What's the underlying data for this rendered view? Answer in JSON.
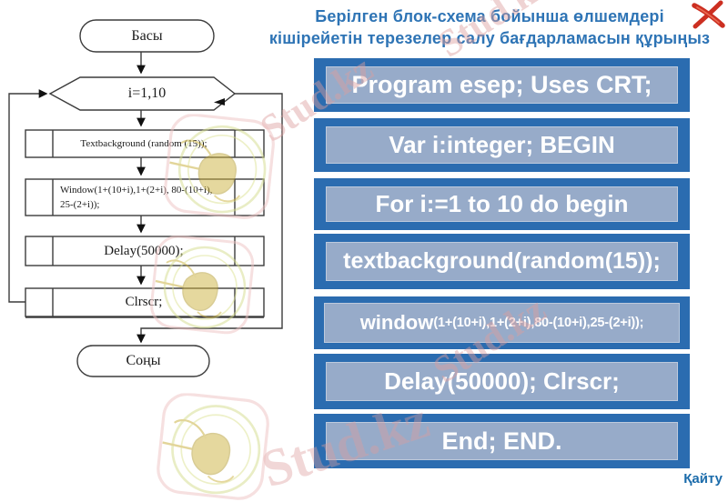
{
  "title": {
    "line1": "Берілген блок-схема бойынша өлшемдері",
    "line2": "кішірейетін терезелер салу бағдарламасын құрыңыз"
  },
  "flowchart": {
    "start": "Басы",
    "loop": "i=1,10",
    "steps": [
      "Textbackground (random (15));",
      "Window(1+(10+i),1+(2+i), 80-(10+i), 25-(2+i));",
      "Delay(50000);",
      "Clrscr;"
    ],
    "end": "Соңы"
  },
  "code_blocks": [
    {
      "text": "Program esep; Uses CRT;"
    },
    {
      "text": "Var i:integer; BEGIN"
    },
    {
      "text": "For i:=1 to 10 do begin"
    },
    {
      "text": "textbackground(random(15));"
    },
    {
      "prefix": "window",
      "args": "(1+(10+i),1+(2+i),80-(10+i),25-(2+i));"
    },
    {
      "text": "Delay(50000); Clrscr;"
    },
    {
      "text": "End; END."
    }
  ],
  "footer": {
    "back_link": "Қайту"
  },
  "watermark": {
    "text": "Stud.kz"
  },
  "icons": {
    "close": "red-hand-drawn-x",
    "logo": "hummingbird-in-circle"
  },
  "colors": {
    "title": "#2e74b5",
    "block_outer": "#2b6cb0",
    "block_inner": "#97abc9",
    "back_link": "#1c6cab",
    "close_x": "#cc2f21"
  }
}
